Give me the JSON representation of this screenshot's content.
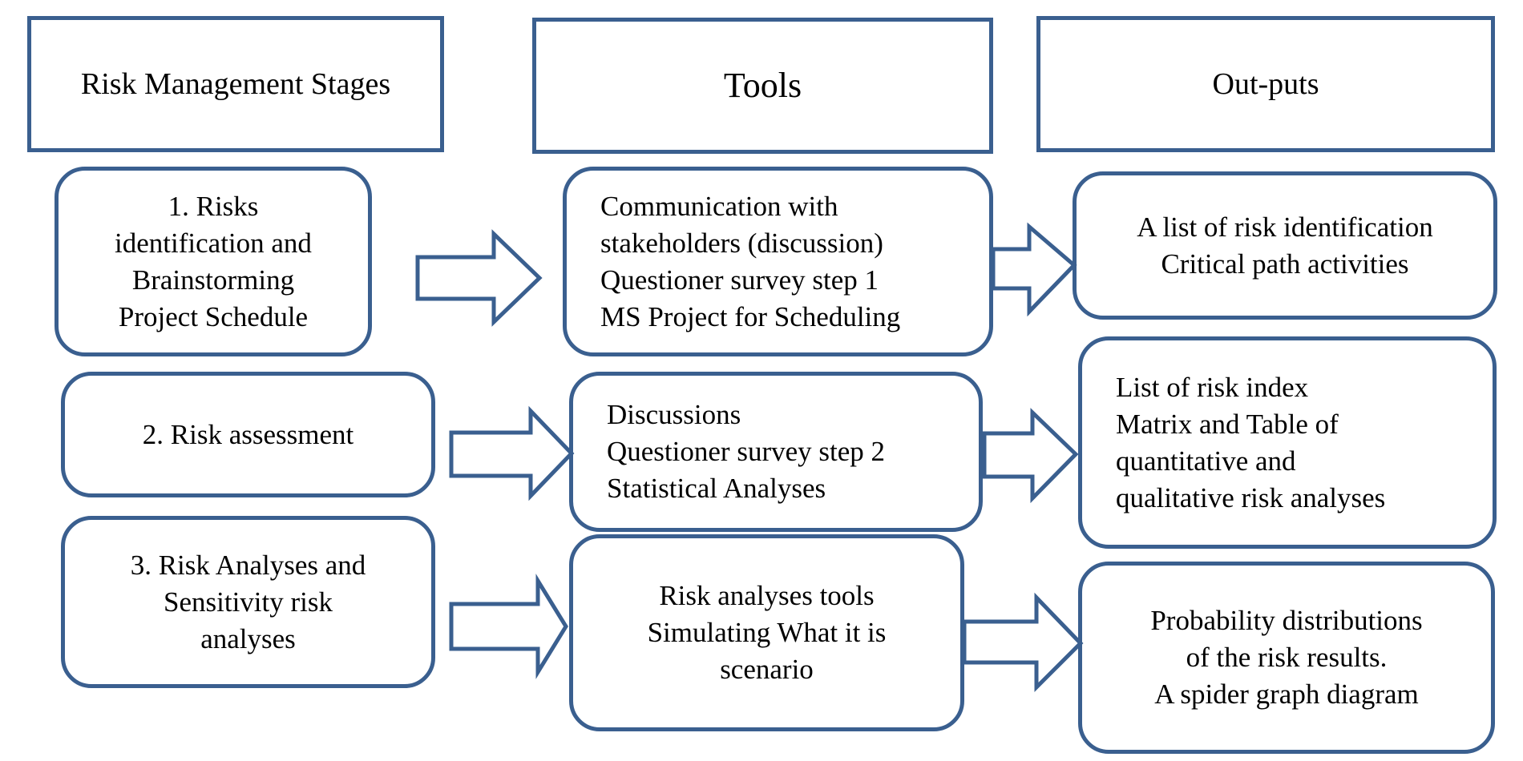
{
  "headers": {
    "stages": "Risk Management Stages",
    "tools": "Tools",
    "outputs": "Out-puts"
  },
  "rows": [
    {
      "stage": [
        "1. Risks",
        "identification and",
        "Brainstorming",
        "Project Schedule"
      ],
      "tools": [
        "Communication with",
        "stakeholders (discussion)",
        "Questioner survey step 1",
        "MS Project for Scheduling"
      ],
      "outputs": [
        "A list of risk identification",
        "Critical path activities"
      ]
    },
    {
      "stage": [
        "2. Risk assessment"
      ],
      "tools": [
        "Discussions",
        "Questioner survey step 2",
        "Statistical Analyses"
      ],
      "outputs": [
        "List of risk index",
        "Matrix and Table of",
        "quantitative and",
        "qualitative risk analyses"
      ]
    },
    {
      "stage": [
        "3. Risk Analyses and",
        "Sensitivity risk",
        "analyses"
      ],
      "tools": [
        "Risk analyses tools",
        "Simulating What it is",
        "scenario"
      ],
      "outputs": [
        "Probability distributions",
        "of the risk results.",
        "A spider graph diagram"
      ]
    }
  ],
  "colors": {
    "border": "#3a5f8f",
    "background": "#ffffff",
    "text": "#000000"
  }
}
